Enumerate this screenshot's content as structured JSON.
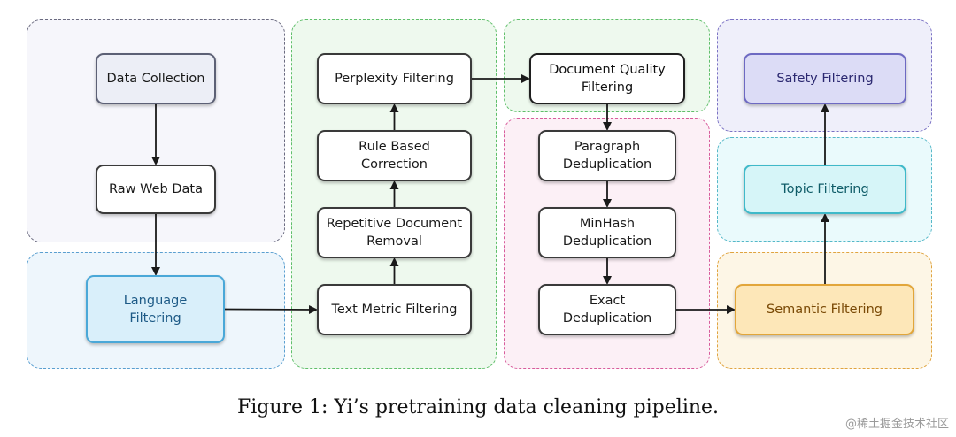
{
  "regions": [
    {
      "id": "collection",
      "border": "#6b6b80",
      "fill": "#f6f6fb"
    },
    {
      "id": "language",
      "border": "#5a9fd0",
      "fill": "#eef6fc"
    },
    {
      "id": "heuristic",
      "border": "#5fbf6a",
      "fill": "#eef9ee"
    },
    {
      "id": "quality",
      "border": "#5fbf6a",
      "fill": "#eef9ee"
    },
    {
      "id": "dedup",
      "border": "#d85c9c",
      "fill": "#fcf0f6"
    },
    {
      "id": "safety",
      "border": "#7b72c4",
      "fill": "#efeffa"
    },
    {
      "id": "topic",
      "border": "#55b8c8",
      "fill": "#eafafc"
    },
    {
      "id": "semantic",
      "border": "#e0a440",
      "fill": "#fdf6e6"
    }
  ],
  "nodes": {
    "data_collection": {
      "label": "Data Collection",
      "fill": "#eceef6",
      "border": "#5c6075",
      "color": "#1a1a1a"
    },
    "raw_web_data": {
      "label": "Raw Web Data",
      "fill": "#ffffff",
      "border": "#3a3a3a",
      "color": "#1a1a1a"
    },
    "language_filtering": {
      "label": "Language\nFiltering",
      "fill": "#d9effa",
      "border": "#4aa8d8",
      "color": "#1d5a86"
    },
    "text_metric": {
      "label": "Text Metric Filtering",
      "fill": "#ffffff",
      "border": "#3a3a3a",
      "color": "#1a1a1a"
    },
    "repetitive": {
      "label": "Repetitive Document\nRemoval",
      "fill": "#ffffff",
      "border": "#3a3a3a",
      "color": "#1a1a1a"
    },
    "rule_based": {
      "label": "Rule Based\nCorrection",
      "fill": "#ffffff",
      "border": "#3a3a3a",
      "color": "#1a1a1a"
    },
    "perplexity": {
      "label": "Perplexity Filtering",
      "fill": "#ffffff",
      "border": "#3a3a3a",
      "color": "#1a1a1a"
    },
    "doc_quality": {
      "label": "Document Quality\nFiltering",
      "fill": "#ffffff",
      "border": "#1f1f1f",
      "color": "#111111"
    },
    "paragraph_dedup": {
      "label": "Paragraph\nDeduplication",
      "fill": "#ffffff",
      "border": "#3a3a3a",
      "color": "#1a1a1a"
    },
    "minhash_dedup": {
      "label": "MinHash\nDeduplication",
      "fill": "#ffffff",
      "border": "#3a3a3a",
      "color": "#1a1a1a"
    },
    "exact_dedup": {
      "label": "Exact\nDeduplication",
      "fill": "#ffffff",
      "border": "#3a3a3a",
      "color": "#1a1a1a"
    },
    "semantic_filtering": {
      "label": "Semantic Filtering",
      "fill": "#fde7b8",
      "border": "#e2a63a",
      "color": "#7a4a06"
    },
    "topic_filtering": {
      "label": "Topic Filtering",
      "fill": "#d6f5f8",
      "border": "#3fb9c9",
      "color": "#0f5c68"
    },
    "safety_filtering": {
      "label": "Safety Filtering",
      "fill": "#dcdcf6",
      "border": "#6d69c2",
      "color": "#2b2870"
    }
  },
  "edges": [
    [
      "data_collection",
      "raw_web_data"
    ],
    [
      "raw_web_data",
      "language_filtering"
    ],
    [
      "language_filtering",
      "text_metric"
    ],
    [
      "text_metric",
      "repetitive"
    ],
    [
      "repetitive",
      "rule_based"
    ],
    [
      "rule_based",
      "perplexity"
    ],
    [
      "perplexity",
      "doc_quality"
    ],
    [
      "doc_quality",
      "paragraph_dedup"
    ],
    [
      "paragraph_dedup",
      "minhash_dedup"
    ],
    [
      "minhash_dedup",
      "exact_dedup"
    ],
    [
      "exact_dedup",
      "semantic_filtering"
    ],
    [
      "semantic_filtering",
      "topic_filtering"
    ],
    [
      "topic_filtering",
      "safety_filtering"
    ]
  ],
  "caption": "Figure 1: Yi’s pretraining data cleaning pipeline.",
  "watermark": "@稀土掘金技术社区"
}
